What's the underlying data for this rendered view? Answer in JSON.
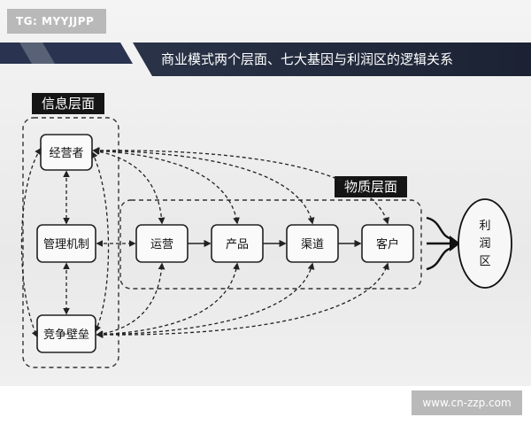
{
  "watermark_top": "TG: MYYJJPP",
  "watermark_bottom": "www.cn-zzp.com",
  "title": "商业模式两个层面、七大基因与利润区的逻辑关系",
  "info_layer": {
    "label": "信息层面",
    "nodes": [
      "经营者",
      "管理机制",
      "竞争壁垒"
    ]
  },
  "material_layer": {
    "label": "物质层面",
    "nodes": [
      "运营",
      "产品",
      "渠道",
      "客户"
    ]
  },
  "profit_zone": {
    "lines": [
      "利",
      "润",
      "区"
    ]
  }
}
